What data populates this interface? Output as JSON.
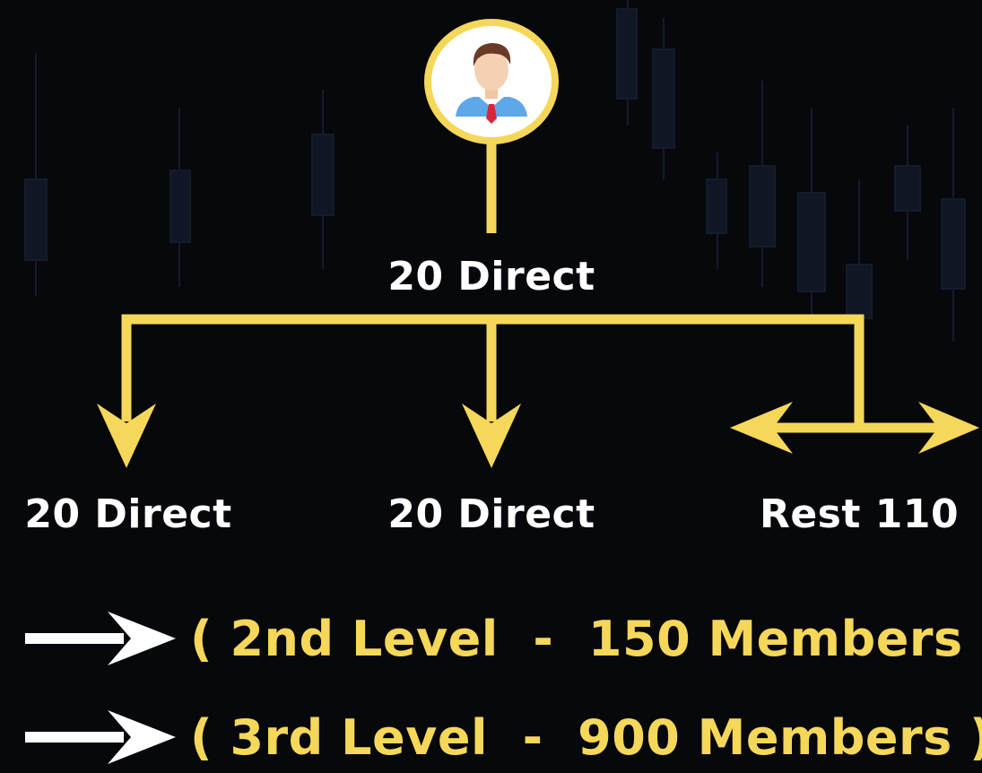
{
  "colors": {
    "accent": "#f5d75a",
    "text": "#ffffff",
    "background": "#07080c"
  },
  "diagram": {
    "root": {
      "icon": "person-avatar-icon"
    },
    "top_label": "20 Direct",
    "children": [
      {
        "label": "20 Direct",
        "icon": "arrow-down-icon"
      },
      {
        "label": "20 Direct",
        "icon": "arrow-down-icon"
      },
      {
        "label": "Rest 110",
        "icon": "double-arrow-horizontal-icon"
      }
    ]
  },
  "levels": [
    {
      "text": "( 2nd Level  -  150 Members )",
      "icon": "arrow-right-icon"
    },
    {
      "text": "( 3rd Level  -  900 Members )",
      "icon": "arrow-right-icon"
    }
  ]
}
